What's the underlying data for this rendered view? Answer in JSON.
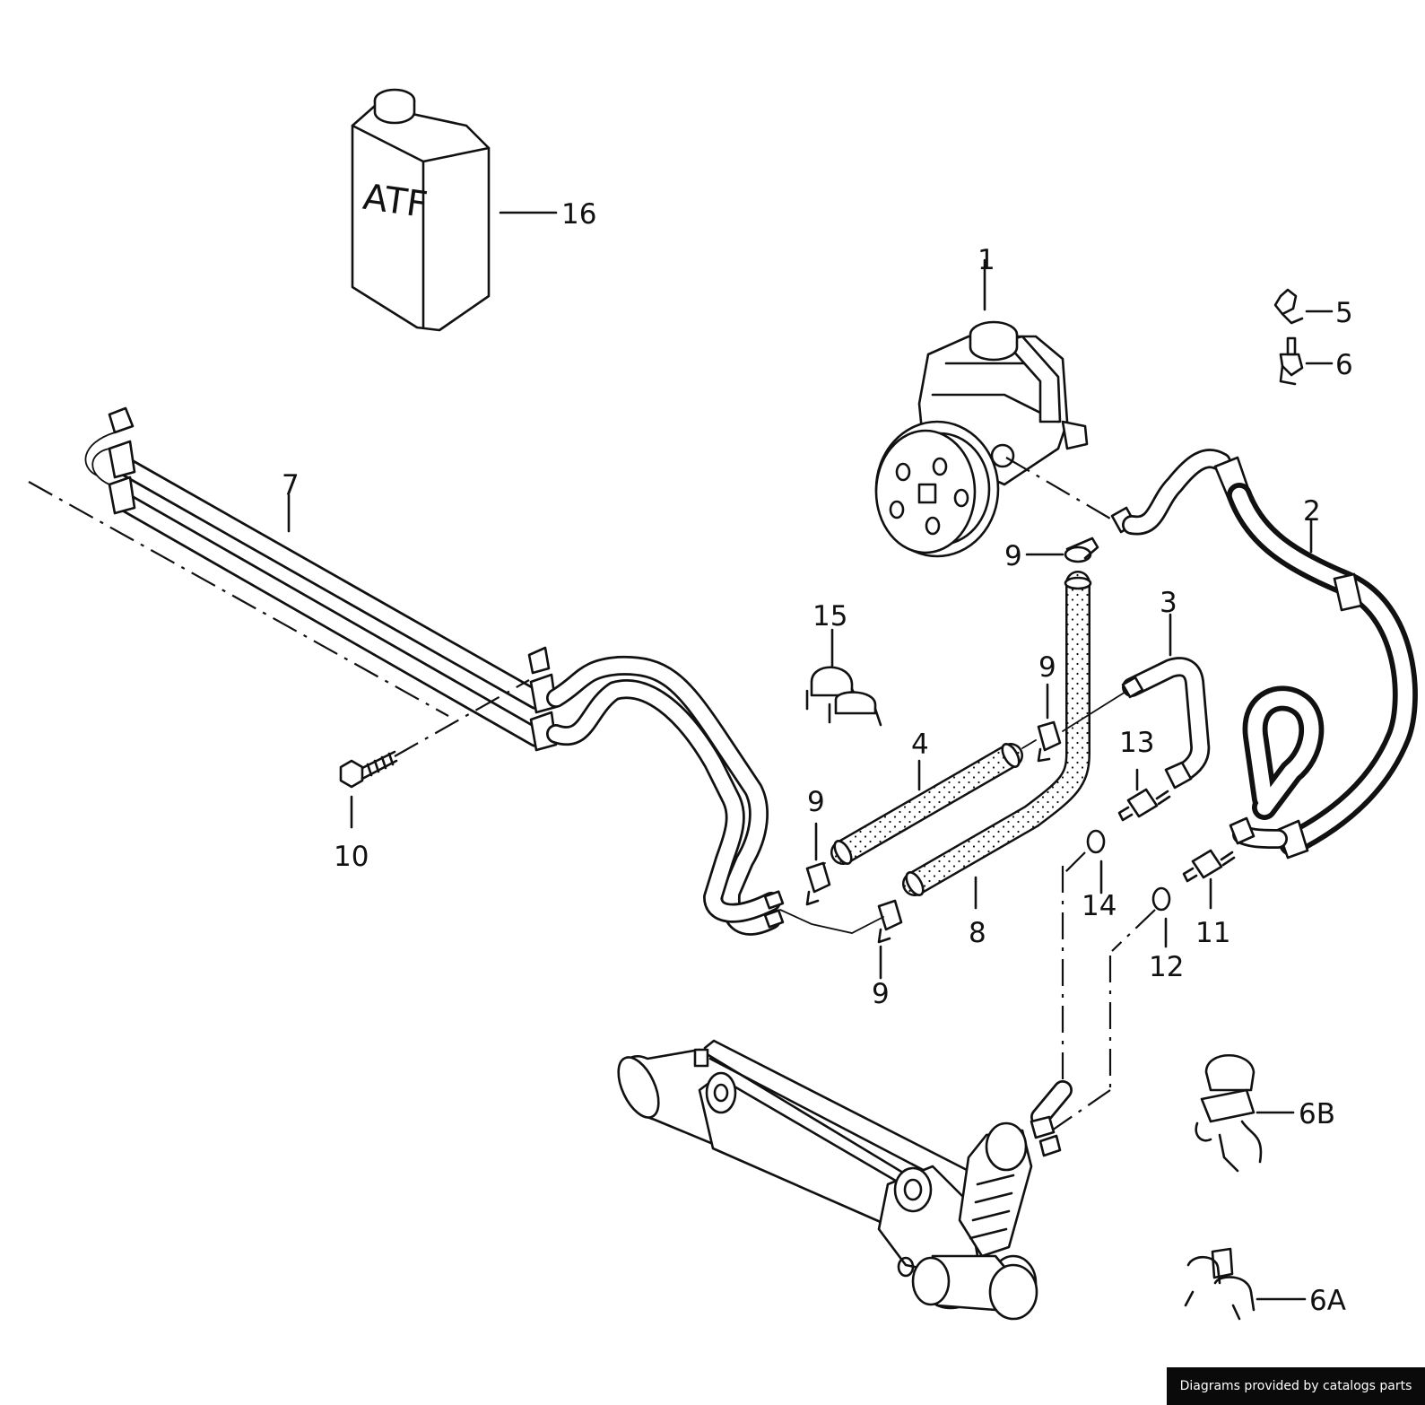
{
  "diagram": {
    "bottle_label": "ATF",
    "callouts": [
      {
        "id": "c16",
        "text": "16"
      },
      {
        "id": "c1",
        "text": "1"
      },
      {
        "id": "c5",
        "text": "5"
      },
      {
        "id": "c6",
        "text": "6"
      },
      {
        "id": "c2",
        "text": "2"
      },
      {
        "id": "c7",
        "text": "7"
      },
      {
        "id": "c9a",
        "text": "9"
      },
      {
        "id": "c15",
        "text": "15"
      },
      {
        "id": "c3",
        "text": "3"
      },
      {
        "id": "c9b",
        "text": "9"
      },
      {
        "id": "c4",
        "text": "4"
      },
      {
        "id": "c13",
        "text": "13"
      },
      {
        "id": "c9c",
        "text": "9"
      },
      {
        "id": "c10",
        "text": "10"
      },
      {
        "id": "c14",
        "text": "14"
      },
      {
        "id": "c8",
        "text": "8"
      },
      {
        "id": "c11",
        "text": "11"
      },
      {
        "id": "c12",
        "text": "12"
      },
      {
        "id": "c9d",
        "text": "9"
      },
      {
        "id": "c6B",
        "text": "6B"
      },
      {
        "id": "c6A",
        "text": "6A"
      }
    ]
  },
  "footer": {
    "credit": "Diagrams provided by catalogs parts"
  }
}
